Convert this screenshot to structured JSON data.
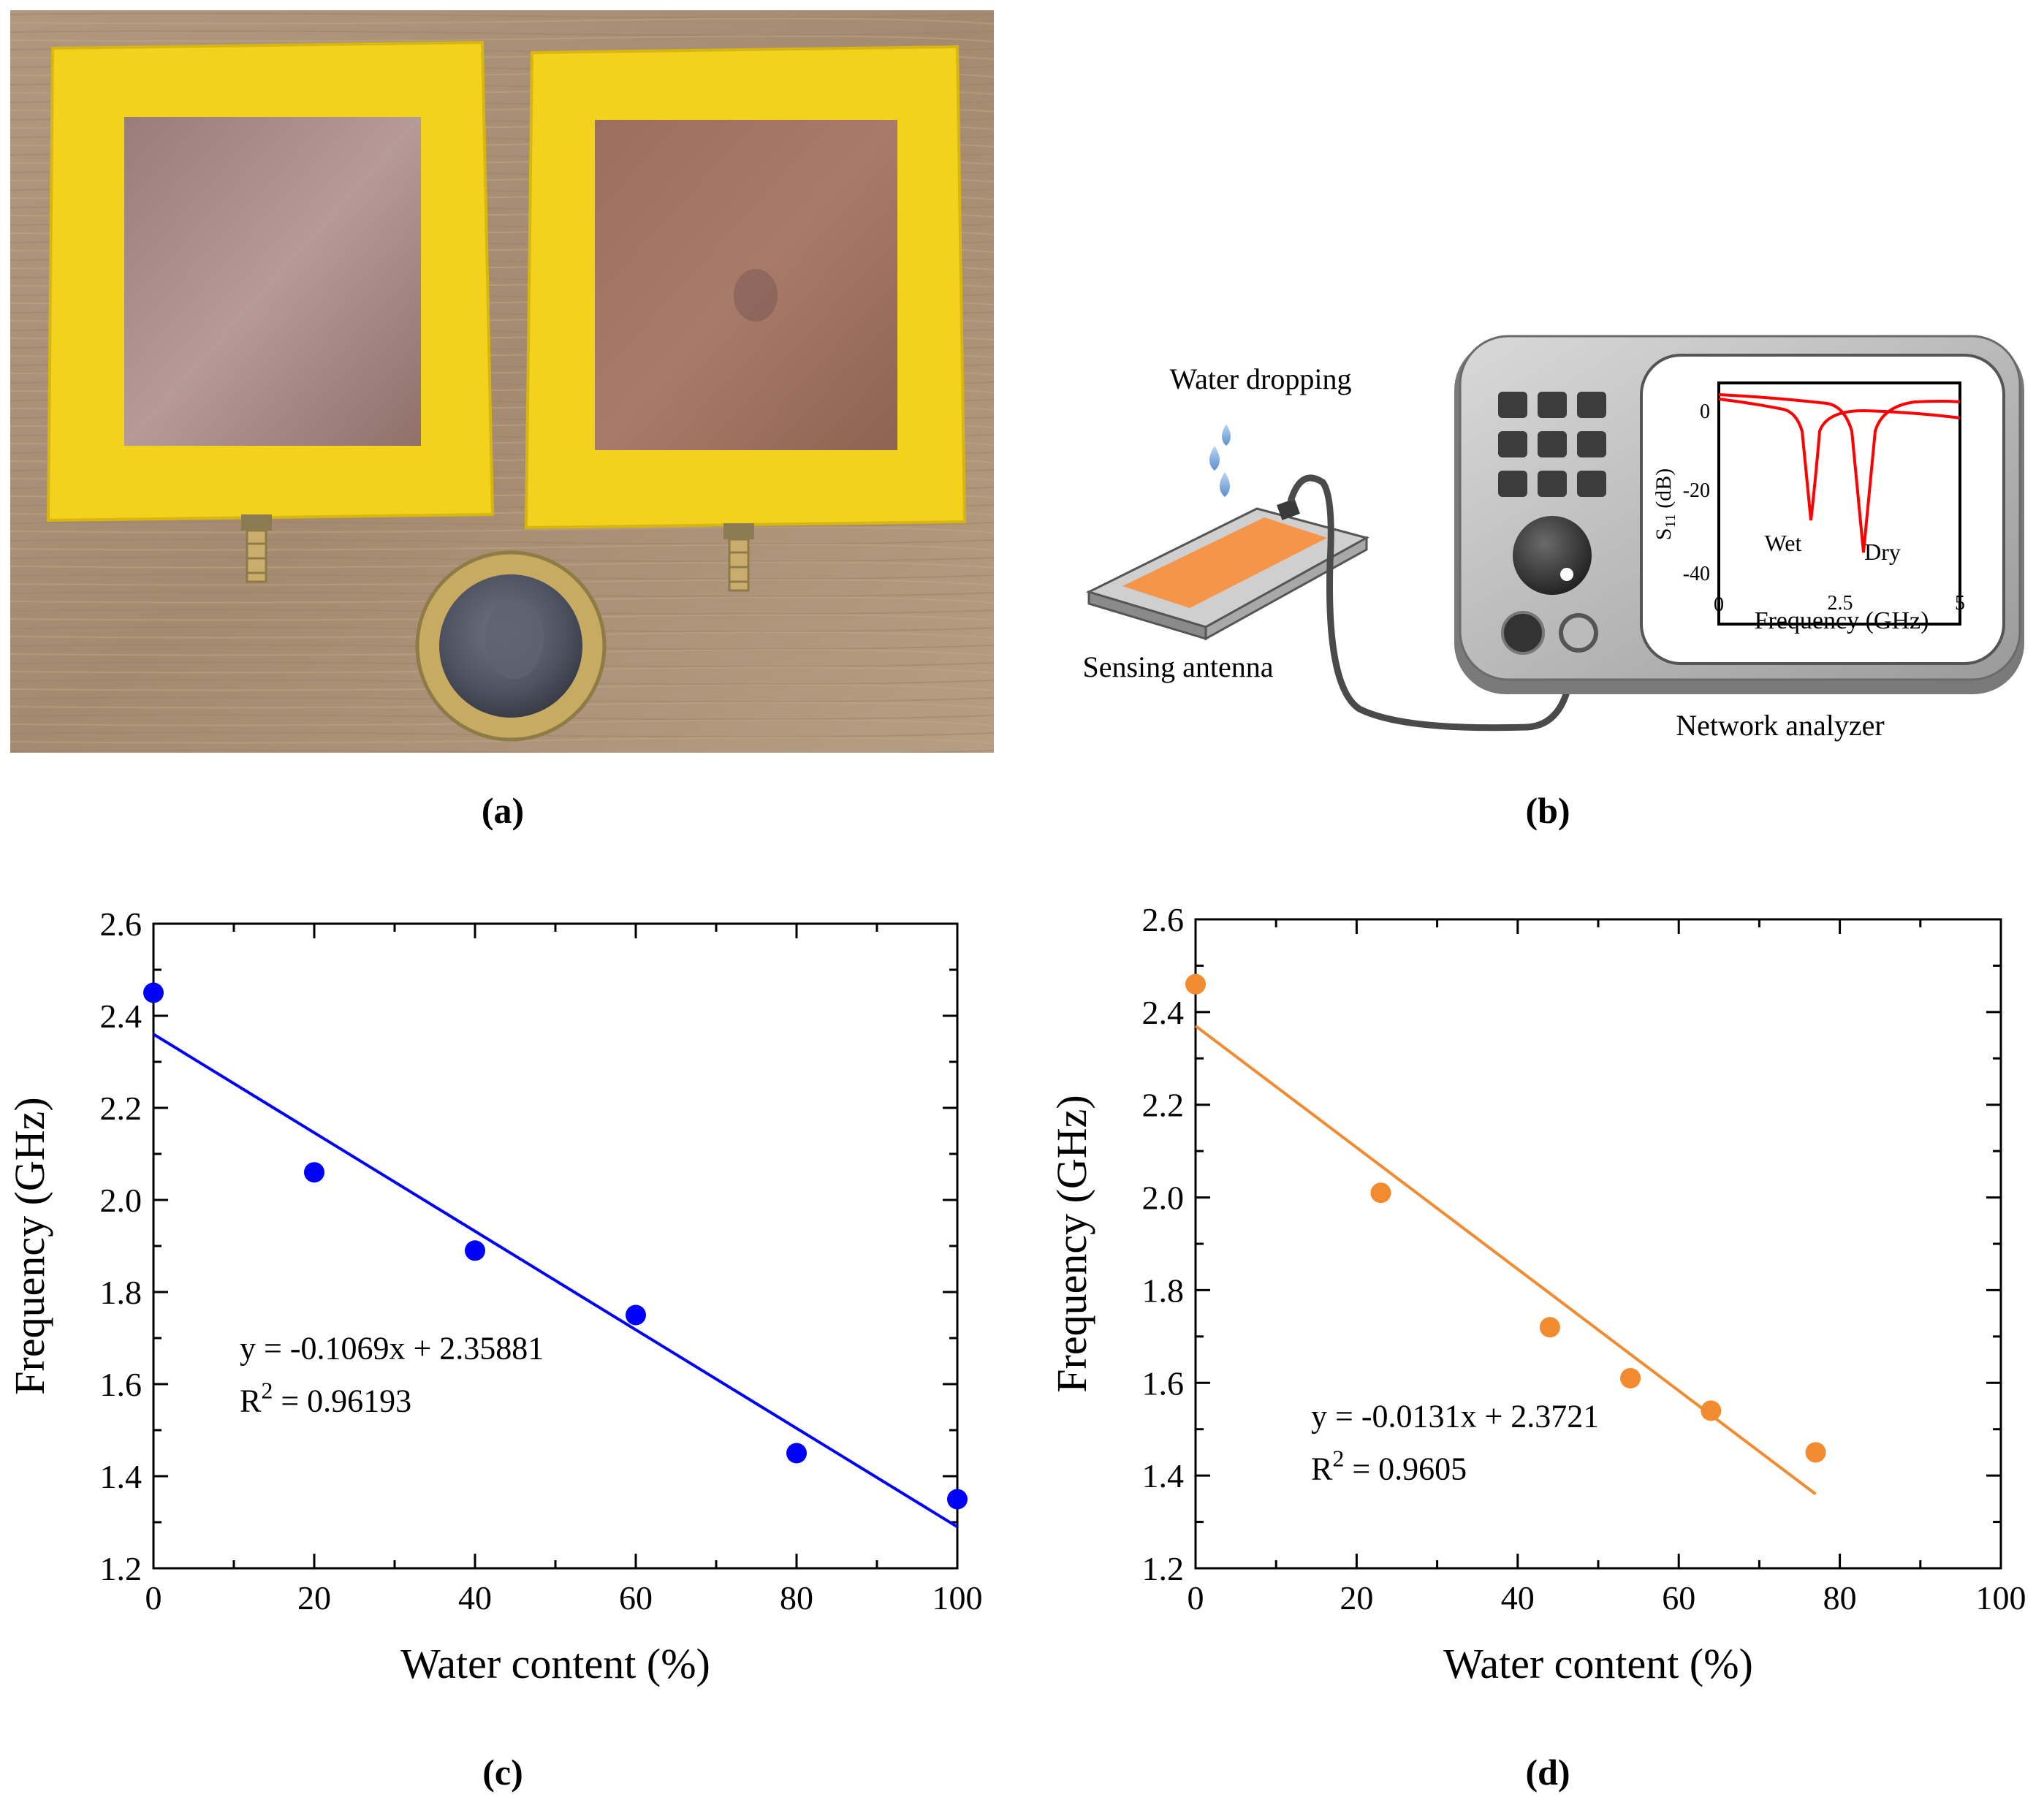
{
  "panels": {
    "a": {
      "label": "(a)"
    },
    "b": {
      "label": "(b)",
      "water_dropping": "Water dropping",
      "sensing_antenna": "Sensing antenna",
      "network_analyzer": "Network analyzer",
      "inset": {
        "ylabel_main": "S",
        "ylabel_sub": "11",
        "ylabel_unit": " (dB)",
        "xlabel": "Frequency (GHz)",
        "yticks": [
          "0",
          "-20",
          "-40"
        ],
        "xticks": [
          "0",
          "2.5",
          "5"
        ],
        "label_wet": "Wet",
        "label_dry": "Dry",
        "curve_color": "#ff0000"
      }
    },
    "c": {
      "label": "(c)"
    },
    "d": {
      "label": "(d)"
    }
  },
  "chart_data": [
    {
      "type": "scatter",
      "panel": "c",
      "xlabel": "Water content (%)",
      "ylabel": "Frequency (GHz)",
      "xlim": [
        0,
        100
      ],
      "ylim": [
        1.2,
        2.6
      ],
      "xticks": [
        0,
        20,
        40,
        60,
        80,
        100
      ],
      "yticks": [
        1.2,
        1.4,
        1.6,
        1.8,
        2.0,
        2.2,
        2.4,
        2.6
      ],
      "x": [
        0,
        20,
        40,
        60,
        80,
        100
      ],
      "y": [
        2.45,
        2.06,
        1.89,
        1.75,
        1.45,
        1.35
      ],
      "color": "#0000ff",
      "fit_line": {
        "x": [
          0,
          100
        ],
        "y": [
          2.36,
          1.29
        ]
      },
      "equation": "y = -0.1069x + 2.35881",
      "r2_prefix": "R",
      "r2_sup": "2",
      "r2_value": " = 0.96193"
    },
    {
      "type": "scatter",
      "panel": "d",
      "xlabel": "Water content (%)",
      "ylabel": "Frequency (GHz)",
      "xlim": [
        0,
        100
      ],
      "ylim": [
        1.2,
        2.6
      ],
      "xticks": [
        0,
        20,
        40,
        60,
        80,
        100
      ],
      "yticks": [
        1.2,
        1.4,
        1.6,
        1.8,
        2.0,
        2.2,
        2.4,
        2.6
      ],
      "x": [
        0,
        23,
        44,
        54,
        64,
        77
      ],
      "y": [
        2.46,
        2.01,
        1.72,
        1.61,
        1.54,
        1.45
      ],
      "color": "#f28b30",
      "fit_line": {
        "x": [
          0,
          77
        ],
        "y": [
          2.37,
          1.36
        ]
      },
      "equation": "y = -0.0131x + 2.3721",
      "r2_prefix": "R",
      "r2_sup": "2",
      "r2_value": " = 0.9605"
    }
  ]
}
